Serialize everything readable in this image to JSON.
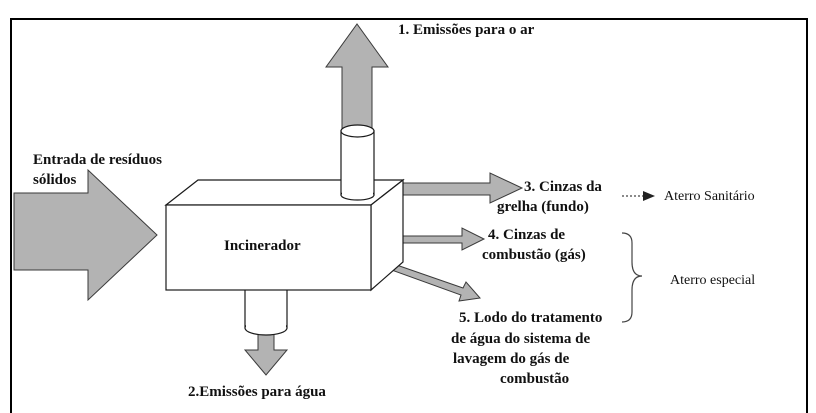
{
  "diagram": {
    "input_label_line1": "Entrada de resíduos",
    "input_label_line2": "sólidos",
    "incinerator_label": "Incinerador",
    "out1": "1. Emissões para o ar",
    "out2": "2.Emissões para água",
    "out3_line1": "3. Cinzas da",
    "out3_line2": "grelha (fundo)",
    "out4_line1": "4. Cinzas de",
    "out4_line2": "combustão (gás)",
    "out5_line1": "5. Lodo do tratamento",
    "out5_line2": "de água do sistema de",
    "out5_line3": "lavagem do gás de",
    "out5_line4": "combustão",
    "dest_sanitary": "Aterro Sanitário",
    "dest_special": "Aterro especial"
  },
  "colors": {
    "arrow_fill": "#b3b3b3",
    "box_fill": "#ffffff",
    "stroke": "#1a1a1a"
  }
}
